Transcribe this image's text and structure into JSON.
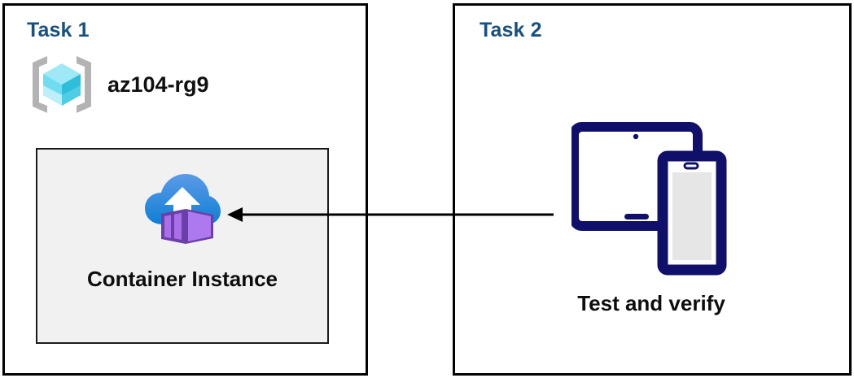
{
  "diagram": {
    "type": "two-panel-task-flow",
    "background": "#ffffff",
    "title_color": "#18507E",
    "border_color": "#000000"
  },
  "panels": [
    {
      "id": "task1",
      "title": "Task 1",
      "resource_group": {
        "icon": "azure-resource-group-icon",
        "label": "az104-rg9",
        "icon_colors": {
          "bracket": "#B3B3B3",
          "cube_top": "#9FE8F5",
          "cube_left": "#6FDCF0",
          "cube_right": "#2DBEDB",
          "cube_bottom_left": "#BCEFF8"
        }
      },
      "card": {
        "label": "Container Instance",
        "icon": "azure-container-instance-icon",
        "background": "#f1f1f1",
        "border": "#1b1b1b",
        "icon_colors": {
          "cloud_top": "#5B9BE8",
          "cloud_bottom": "#0F7FD4",
          "arrow": "#ffffff",
          "container_face": "#A96FE8",
          "container_side": "#8A5FD0",
          "container_outline": "#6B3FA8"
        }
      }
    },
    {
      "id": "task2",
      "title": "Task 2",
      "device": {
        "label": "Test and verify",
        "icon": "tablet-and-phone-icon",
        "icon_colors": {
          "device_outline": "#10106B",
          "screen_fill": "#ffffff",
          "phone_screen_fill": "#e6e6e6"
        }
      }
    }
  ],
  "connector": {
    "name": "arrow-task2-to-task1",
    "direction": "right-to-left",
    "color": "#000000",
    "stroke_width": 3,
    "from": "Test and verify",
    "to": "Container Instance"
  }
}
